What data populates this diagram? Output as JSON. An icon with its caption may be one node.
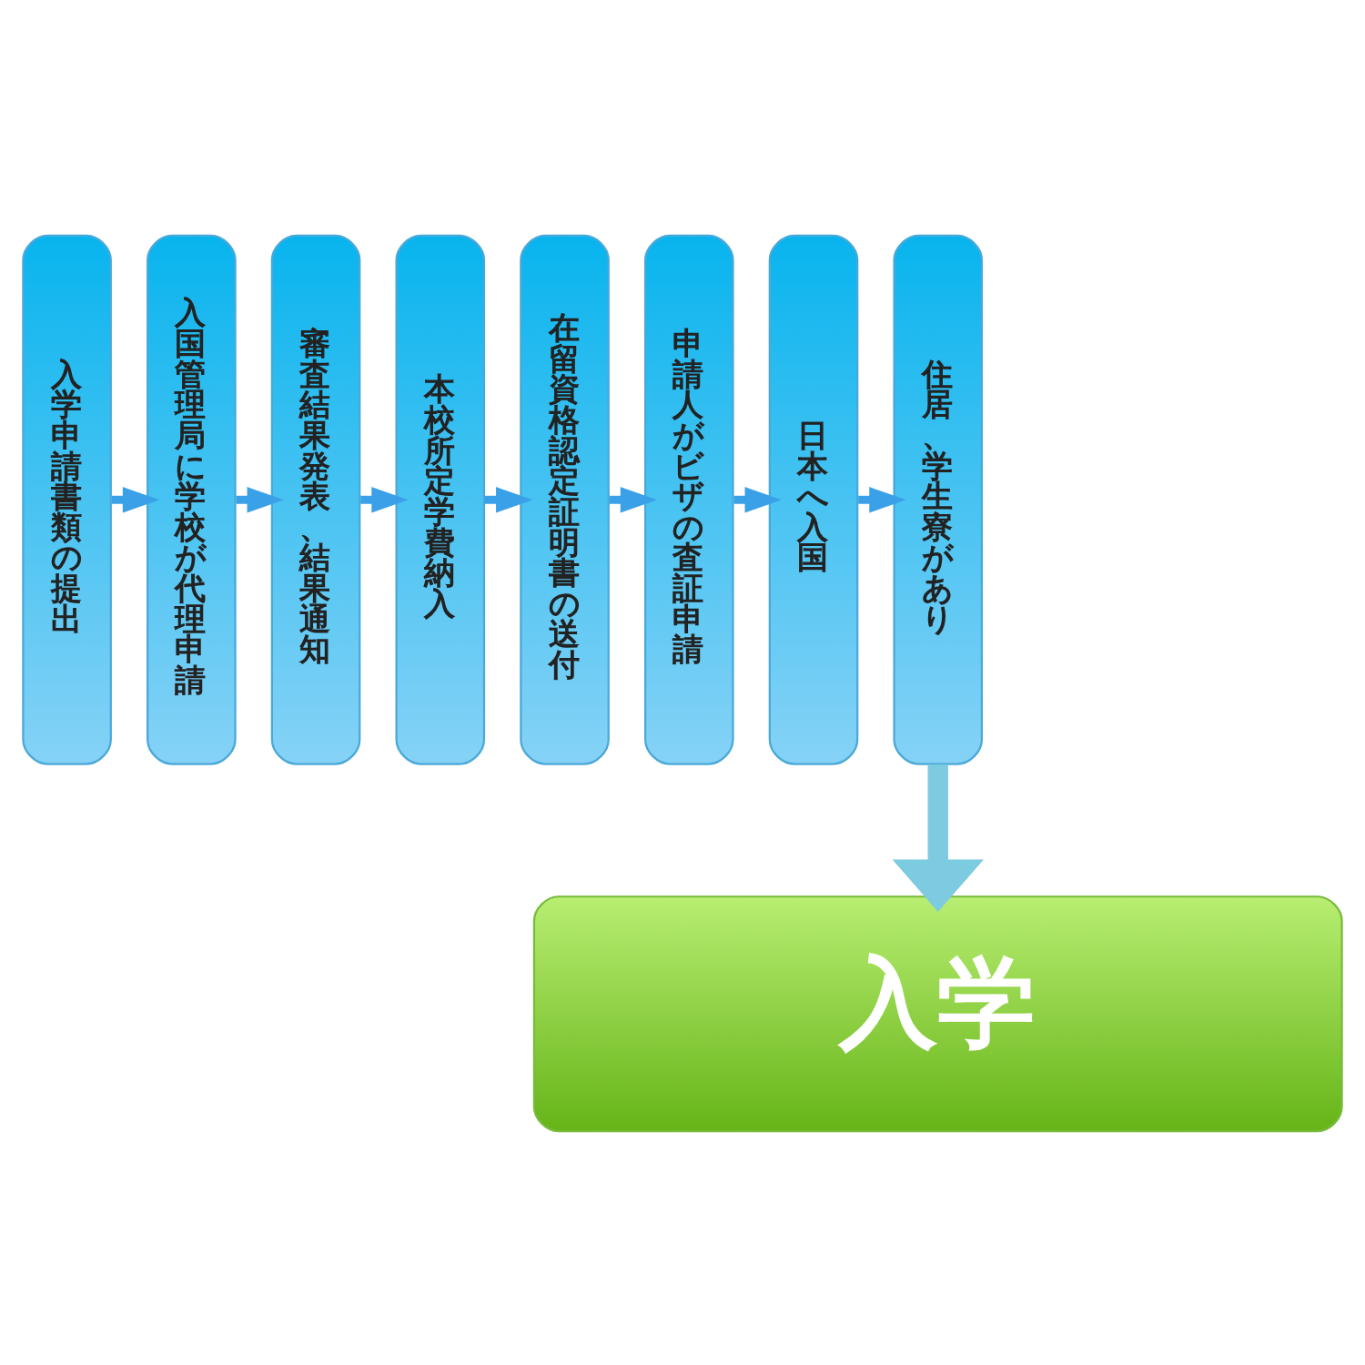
{
  "diagram": {
    "nodes": [
      {
        "text": [
          "入学申請書類の提出"
        ]
      },
      {
        "text": [
          "入国管理局に学校が代理申請"
        ]
      },
      {
        "text": [
          "審査結果発表、結果通知"
        ]
      },
      {
        "text": [
          "本校所定学費納入"
        ]
      },
      {
        "text": [
          "在留資格認定証明書の送付"
        ]
      },
      {
        "text": [
          "申請人がビザの査証申請"
        ]
      },
      {
        "text": [
          "日本へ入国"
        ]
      },
      {
        "text": [
          "住居、学生寮があり"
        ]
      },
      {
        "text": [
          "入学"
        ]
      }
    ],
    "edges": [
      {
        "from": 0,
        "to": 1,
        "arrow": "to"
      },
      {
        "from": 1,
        "to": 2,
        "arrow": "to"
      },
      {
        "from": 2,
        "to": 3,
        "arrow": "to"
      },
      {
        "from": 3,
        "to": 4,
        "arrow": "to"
      },
      {
        "from": 4,
        "to": 5,
        "arrow": "to"
      },
      {
        "from": 5,
        "to": 6,
        "arrow": "to"
      },
      {
        "from": 6,
        "to": 7,
        "arrow": "to"
      },
      {
        "from": 7,
        "to": 8,
        "arrow": "to",
        "style": "thick",
        "color": "#7ccbe0"
      }
    ]
  }
}
